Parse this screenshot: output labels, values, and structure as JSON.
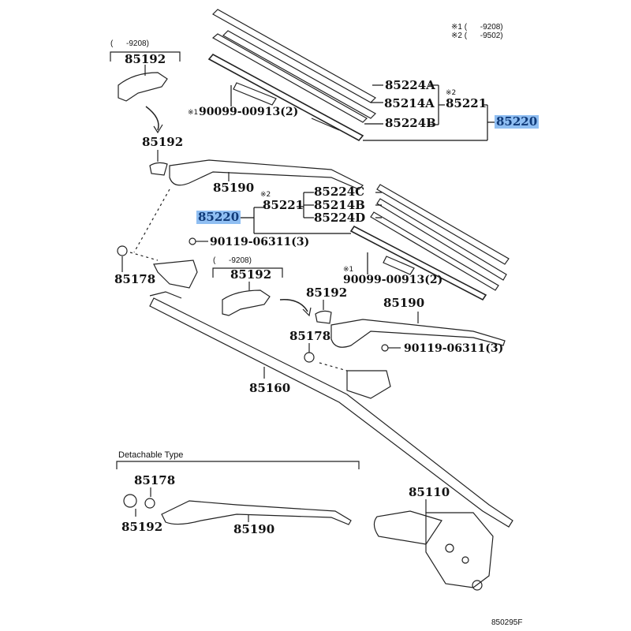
{
  "diagram": {
    "title": "Windshield wiper assembly parts diagram",
    "figure_code": "850295F",
    "accent_color": "#8fbef2",
    "accent_text_color": "#103a78",
    "legend": [
      {
        "mark": "※1",
        "range": "(      -9208)"
      },
      {
        "mark": "※2",
        "range": "(      -9502)"
      }
    ],
    "parts": {
      "cap_top_range": "(      -9208)",
      "cap_top": "85192",
      "cap_left": "85192",
      "arm_left": "85190",
      "blade_assy_right": "85220",
      "blade_assy_left": "85220",
      "blade_sub_top_mark": "※2",
      "blade_sub_top": "85221",
      "rubber_a": "85224A",
      "insert_a": "85214A",
      "rubber_b": "85224B",
      "clip_top_mark": "※1",
      "clip_top": "90099-00913(2)",
      "blade_sub_mid_mark": "※2",
      "blade_sub_mid": "85221",
      "rubber_c": "85224C",
      "insert_b": "85214B",
      "rubber_d": "85224D",
      "bolt_left": "90119-06311(3)",
      "nut_left": "85178",
      "cap_mid_range": "(      -9208)",
      "cap_mid": "85192",
      "clip_mid_mark": "※1",
      "clip_mid": "90099-00913(2)",
      "cap_right": "85192",
      "arm_right": "85190",
      "nut_right": "85178",
      "bolt_right": "90119-06311(3)",
      "link": "85160",
      "motor": "85110"
    },
    "detachable": {
      "heading": "Detachable Type",
      "nut": "85178",
      "cap": "85192",
      "arm": "85190"
    }
  }
}
